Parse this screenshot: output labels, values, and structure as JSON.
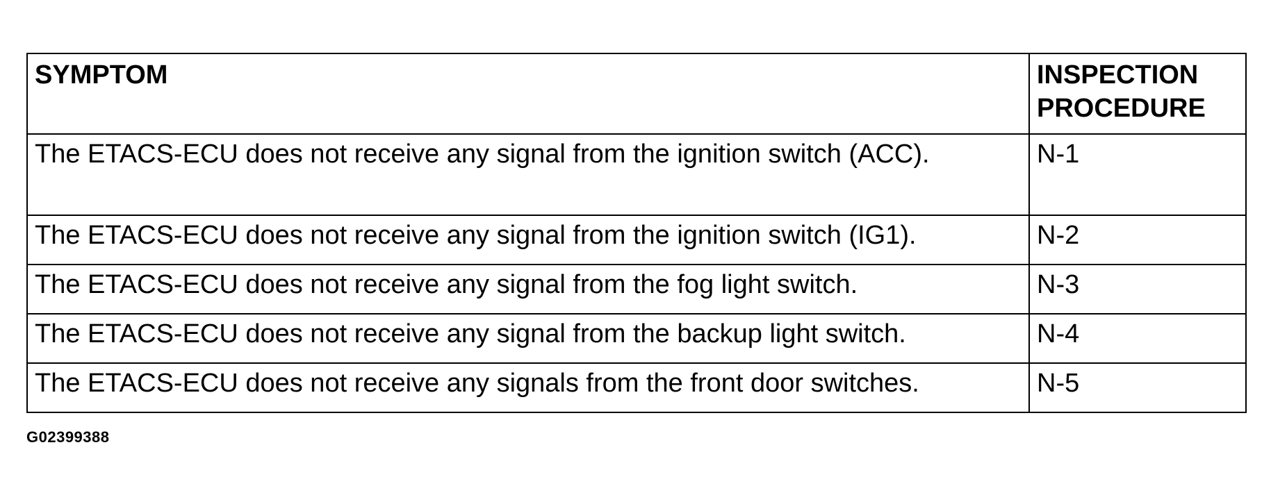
{
  "table": {
    "headers": {
      "symptom": "SYMPTOM",
      "procedure": "INSPECTION PROCEDURE"
    },
    "rows": [
      {
        "symptom": "The ETACS-ECU does not receive any signal from the ignition switch (ACC).",
        "procedure": "N-1"
      },
      {
        "symptom": "The ETACS-ECU does not receive any signal from the ignition switch (IG1).",
        "procedure": "N-2"
      },
      {
        "symptom": "The ETACS-ECU does not receive any signal from the fog light switch.",
        "procedure": "N-3"
      },
      {
        "symptom": "The ETACS-ECU does not receive any signal from the backup light switch.",
        "procedure": "N-4"
      },
      {
        "symptom": "The ETACS-ECU does not receive any signals from the front door switches.",
        "procedure": "N-5"
      }
    ]
  },
  "figure_id": "G02399388"
}
